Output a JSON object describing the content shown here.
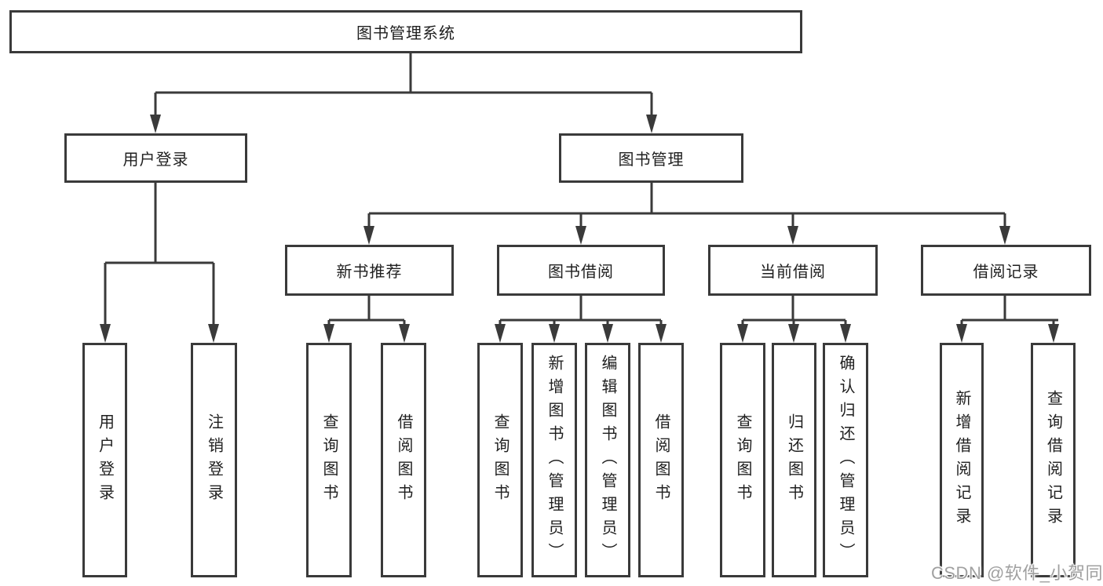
{
  "nodes": {
    "root": "图书管理系统",
    "level1": [
      "用户登录",
      "图书管理"
    ],
    "level2": [
      "新书推荐",
      "图书借阅",
      "当前借阅",
      "借阅记录"
    ],
    "user_login_children": [
      "用户登录",
      "注销登录"
    ],
    "new_book_children": [
      "查询图书",
      "借阅图书"
    ],
    "book_borrowing_children": [
      "查询图书",
      "新增图书（管理员）",
      "编辑图书（管理员）",
      "借阅图书"
    ],
    "current_borrowing_children": [
      "查询图书",
      "归还图书",
      "确认归还（管理员）"
    ],
    "borrowing_records_children": [
      "新增借阅记录",
      "查询借阅记录"
    ]
  },
  "watermark": "CSDN @软件_小贺同学",
  "colors": {
    "line": "#3a3a3a",
    "box_border": "#3a3a3a",
    "box_fill": "#ffffff",
    "text": "#1f1f1f",
    "watermark": "#a0a0a0",
    "background": "#ffffff"
  }
}
